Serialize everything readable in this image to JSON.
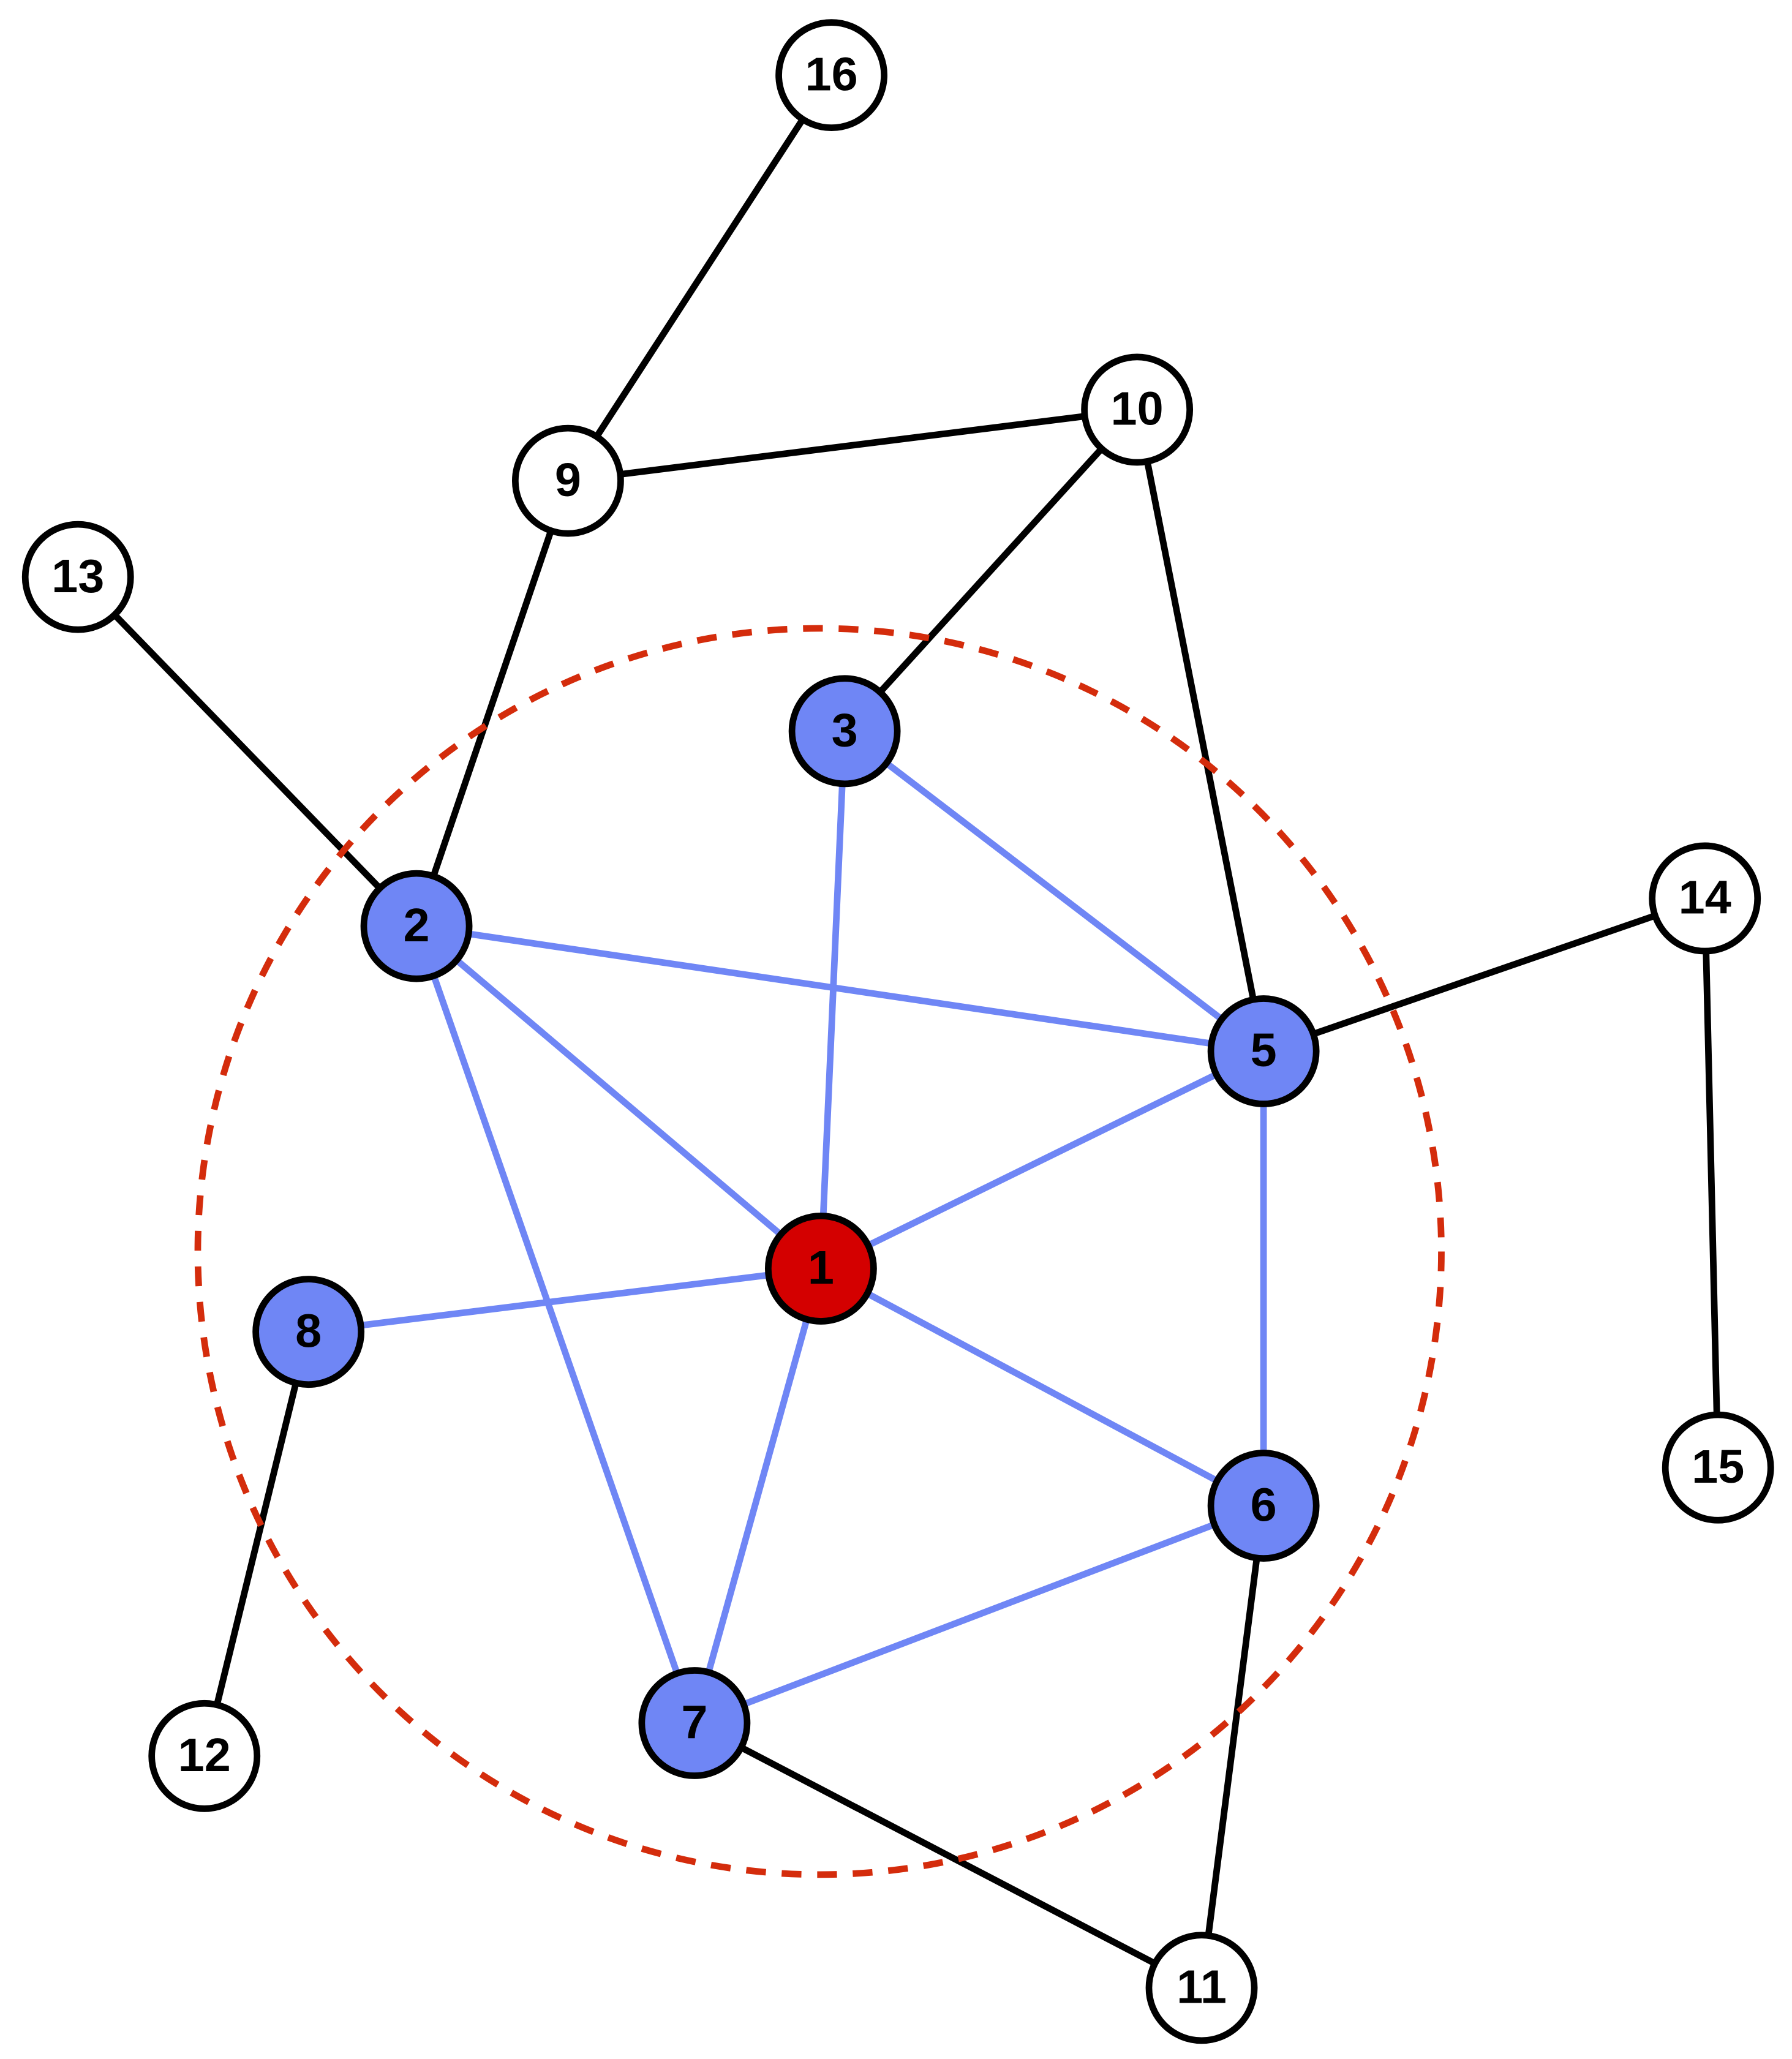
{
  "colors": {
    "background": "#ffffff",
    "center_node_fill": "#d40000",
    "neighbor_node_fill": "#6f86f5",
    "outer_node_fill": "#ffffff",
    "node_stroke": "#000000",
    "neighbor_edge": "#6f86f5",
    "outer_edge": "#000000",
    "neighborhood_circle": "#d42c0c",
    "label_color": "#000000"
  },
  "graph": {
    "nodes": [
      {
        "id": "1",
        "label": "1",
        "role": "center"
      },
      {
        "id": "2",
        "label": "2",
        "role": "neighbor"
      },
      {
        "id": "3",
        "label": "3",
        "role": "neighbor"
      },
      {
        "id": "5",
        "label": "5",
        "role": "neighbor"
      },
      {
        "id": "6",
        "label": "6",
        "role": "neighbor"
      },
      {
        "id": "7",
        "label": "7",
        "role": "neighbor"
      },
      {
        "id": "8",
        "label": "8",
        "role": "neighbor"
      },
      {
        "id": "9",
        "label": "9",
        "role": "outer"
      },
      {
        "id": "10",
        "label": "10",
        "role": "outer"
      },
      {
        "id": "11",
        "label": "11",
        "role": "outer"
      },
      {
        "id": "12",
        "label": "12",
        "role": "outer"
      },
      {
        "id": "13",
        "label": "13",
        "role": "outer"
      },
      {
        "id": "14",
        "label": "14",
        "role": "outer"
      },
      {
        "id": "15",
        "label": "15",
        "role": "outer"
      },
      {
        "id": "16",
        "label": "16",
        "role": "outer"
      }
    ],
    "edges": [
      {
        "source": "1",
        "target": "2",
        "kind": "neighborhood"
      },
      {
        "source": "1",
        "target": "3",
        "kind": "neighborhood"
      },
      {
        "source": "1",
        "target": "5",
        "kind": "neighborhood"
      },
      {
        "source": "1",
        "target": "6",
        "kind": "neighborhood"
      },
      {
        "source": "1",
        "target": "7",
        "kind": "neighborhood"
      },
      {
        "source": "1",
        "target": "8",
        "kind": "neighborhood"
      },
      {
        "source": "2",
        "target": "5",
        "kind": "neighborhood"
      },
      {
        "source": "2",
        "target": "7",
        "kind": "neighborhood"
      },
      {
        "source": "3",
        "target": "5",
        "kind": "neighborhood"
      },
      {
        "source": "5",
        "target": "6",
        "kind": "neighborhood"
      },
      {
        "source": "6",
        "target": "7",
        "kind": "neighborhood"
      },
      {
        "source": "9",
        "target": "16",
        "kind": "outer"
      },
      {
        "source": "9",
        "target": "10",
        "kind": "outer"
      },
      {
        "source": "9",
        "target": "2",
        "kind": "outer"
      },
      {
        "source": "10",
        "target": "3",
        "kind": "outer"
      },
      {
        "source": "10",
        "target": "5",
        "kind": "outer"
      },
      {
        "source": "13",
        "target": "2",
        "kind": "outer"
      },
      {
        "source": "14",
        "target": "5",
        "kind": "outer"
      },
      {
        "source": "14",
        "target": "15",
        "kind": "outer"
      },
      {
        "source": "8",
        "target": "12",
        "kind": "outer"
      },
      {
        "source": "7",
        "target": "11",
        "kind": "outer"
      },
      {
        "source": "6",
        "target": "11",
        "kind": "outer"
      }
    ]
  }
}
